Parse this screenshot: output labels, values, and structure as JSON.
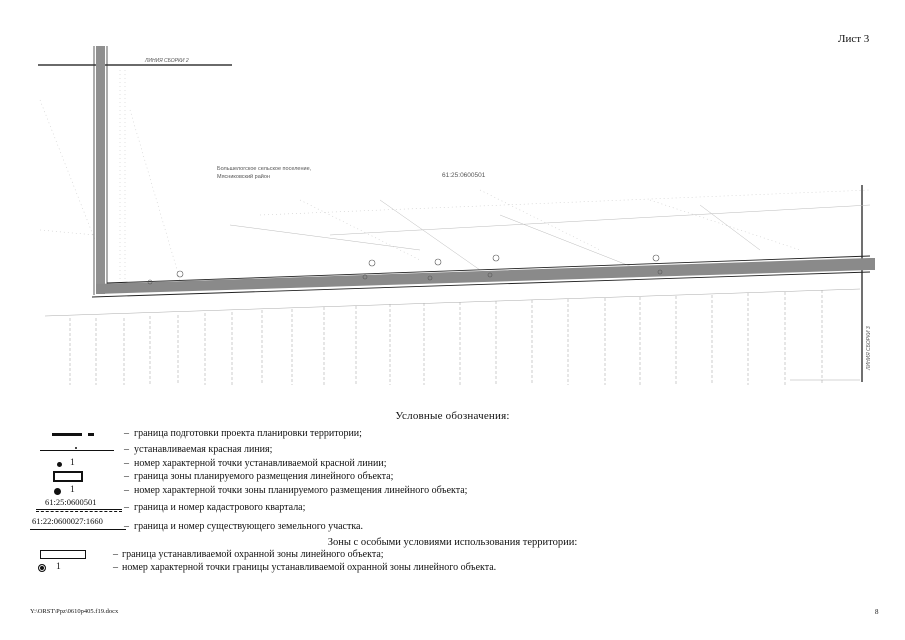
{
  "sheet": {
    "label": "Лист 3"
  },
  "map": {
    "top_line_label": "ЛИНИЯ СБОРКИ 2",
    "right_line_label": "ЛИНИЯ СБОРКИ 3",
    "settlement": "Большелогское сельское поселение,",
    "district": "Мясниковский район",
    "quarter": "61:25:0600501"
  },
  "legend": {
    "title": "Условные обозначения:",
    "items": [
      {
        "text": "граница подготовки проекта планировки территории;"
      },
      {
        "text": "устанавливаемая красная линия;"
      },
      {
        "symbol_text": "1",
        "text": "номер характерной точки устанавливаемой красной линии;"
      },
      {
        "text": "граница зоны планируемого размещения линейного объекта;"
      },
      {
        "symbol_text": "1",
        "text": "номер характерной точки зоны планируемого размещения линейного объекта;"
      },
      {
        "symbol_text": "61:25:0600501",
        "text": "граница и номер кадастрового квартала;"
      },
      {
        "symbol_text": "61:22:0600027:1660",
        "text": "граница и номер существующего земельного участка."
      }
    ],
    "dash": "–"
  },
  "zones": {
    "title": "Зоны с особыми условиями использования территории:",
    "items": [
      {
        "text": "граница устанавливаемой охранной зоны линейного объекта;"
      },
      {
        "symbol_text": "1",
        "text": "номер характерной точки границы устанавливаемой охранной зоны линейного объекта."
      }
    ]
  },
  "footer": {
    "path": "Y:\\ORST\\Ppz\\0610p405.f19.docx",
    "page": "8"
  }
}
